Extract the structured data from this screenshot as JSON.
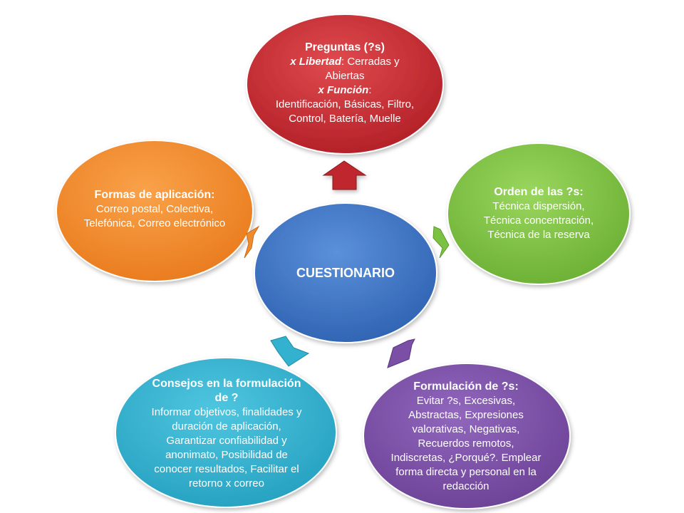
{
  "center": {
    "label": "CUESTIONARIO",
    "color": "#3c74c4"
  },
  "nodes": {
    "preguntas": {
      "color": "#c0272d",
      "title": "Preguntas (?s)",
      "libertad_label": "x Libertad",
      "libertad_text": ": Cerradas y Abiertas",
      "funcion_label": "x Función",
      "funcion_text": ":",
      "body": "Identificación, Básicas, Filtro, Control, Batería, Muelle"
    },
    "orden": {
      "color": "#7cc242",
      "title": "Orden de las ?s:",
      "lines": [
        "Técnica dispersión,",
        "Técnica concentración,",
        "Técnica de la reserva"
      ]
    },
    "formulacion": {
      "color": "#7b4fa5",
      "title": "Formulación de ?s:",
      "body": "Evitar ?s, Excesivas, Abstractas, Expresiones valorativas, Negativas, Recuerdos remotos, Indiscretas, ¿Porqué?. Emplear forma directa y personal en la redacción"
    },
    "consejos": {
      "color": "#33b2d0",
      "title": "Consejos en la formulación de ?",
      "body": "Informar objetivos, finalidades y duración de aplicación, Garantizar confiabilidad y anonimato, Posibilidad de conocer resultados, Facilitar el retorno x correo"
    },
    "formas": {
      "color": "#f08b2d",
      "title": "Formas de aplicación:",
      "body": "Correo postal, Colectiva, Telefónica, Correo electrónico"
    }
  }
}
